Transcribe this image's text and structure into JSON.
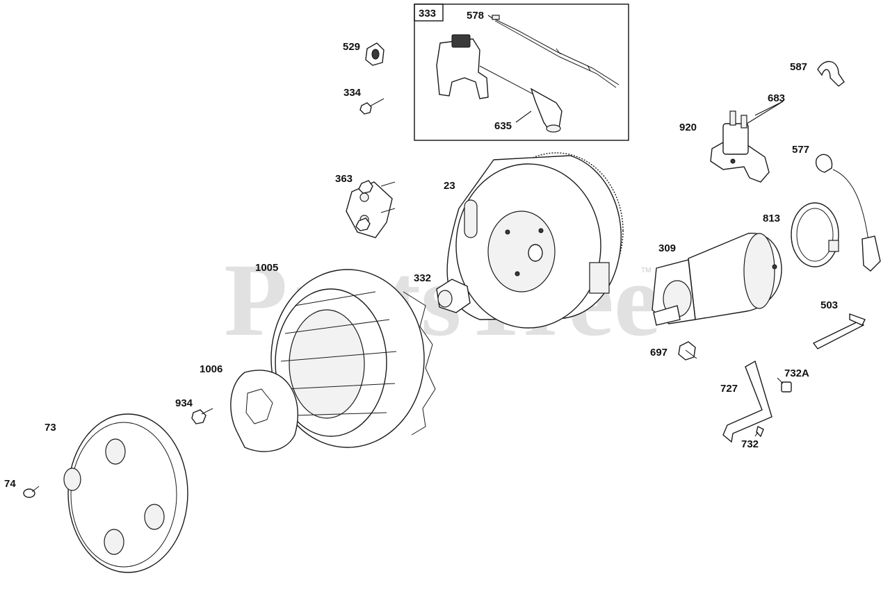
{
  "watermark": {
    "text": "PartsTree",
    "trademark": "TM"
  },
  "diagram": {
    "inset_box_label": "333",
    "callouts": [
      {
        "id": "c-333",
        "text": "333"
      },
      {
        "id": "c-578",
        "text": "578"
      },
      {
        "id": "c-635",
        "text": "635"
      },
      {
        "id": "c-529",
        "text": "529"
      },
      {
        "id": "c-334",
        "text": "334"
      },
      {
        "id": "c-587",
        "text": "587"
      },
      {
        "id": "c-683",
        "text": "683"
      },
      {
        "id": "c-920",
        "text": "920"
      },
      {
        "id": "c-577",
        "text": "577"
      },
      {
        "id": "c-363",
        "text": "363"
      },
      {
        "id": "c-23",
        "text": "23"
      },
      {
        "id": "c-813",
        "text": "813"
      },
      {
        "id": "c-309",
        "text": "309"
      },
      {
        "id": "c-1005",
        "text": "1005"
      },
      {
        "id": "c-332",
        "text": "332"
      },
      {
        "id": "c-503",
        "text": "503"
      },
      {
        "id": "c-697",
        "text": "697"
      },
      {
        "id": "c-1006",
        "text": "1006"
      },
      {
        "id": "c-732A",
        "text": "732A"
      },
      {
        "id": "c-727",
        "text": "727"
      },
      {
        "id": "c-934",
        "text": "934"
      },
      {
        "id": "c-73",
        "text": "73"
      },
      {
        "id": "c-732",
        "text": "732"
      },
      {
        "id": "c-74",
        "text": "74"
      }
    ]
  }
}
